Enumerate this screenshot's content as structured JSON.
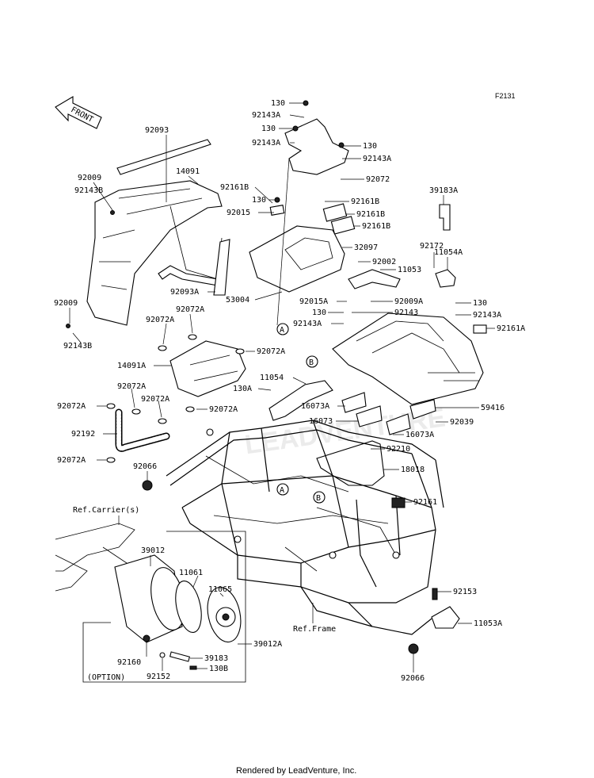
{
  "diagram_id": "F2131",
  "direction_label": "FRONT",
  "footer": "Rendered by LeadVenture, Inc.",
  "watermark": "LEADVENTURE",
  "refs": {
    "carrier": "Ref.Carrier(s)",
    "frame": "Ref.Frame",
    "option": "(OPTION)"
  },
  "markers": {
    "a": "A",
    "b": "B"
  },
  "labels": [
    "130",
    "92143A",
    "130",
    "92143A",
    "130",
    "92143A",
    "92072",
    "92161B",
    "130",
    "92015",
    "92161B",
    "92161B",
    "92161B",
    "32097",
    "92002",
    "53004",
    "92015A",
    "130",
    "92143A",
    "11053",
    "92009A",
    "92143",
    "39183A",
    "92172",
    "11054A",
    "130",
    "92143A",
    "92161A",
    "92093",
    "92009",
    "92143B",
    "14091",
    "92093A",
    "92009",
    "92143B",
    "92072A",
    "92072A",
    "92072A",
    "14091A",
    "11054",
    "130A",
    "92072A",
    "92072A",
    "92072A",
    "92072A",
    "92192",
    "92072A",
    "92066",
    "16073A",
    "16073",
    "16073A",
    "59416",
    "92039",
    "92210",
    "18018",
    "92161",
    "92153",
    "11053A",
    "92066",
    "39012",
    "11061",
    "11065",
    "39012A",
    "92160",
    "92152",
    "39183",
    "130B"
  ]
}
